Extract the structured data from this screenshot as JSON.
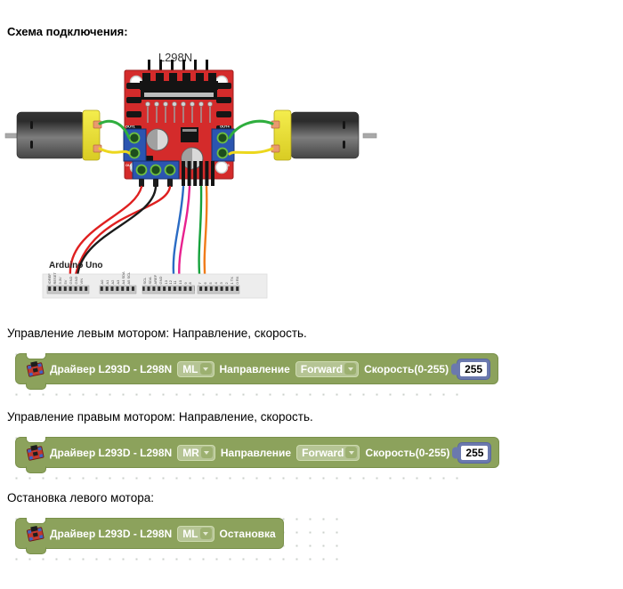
{
  "page": {
    "heading": "Схема подключения:"
  },
  "diagram": {
    "chip_label": "L298N",
    "board_name": "Arduino Uno",
    "out1": "OUT1",
    "out2": "OUT2",
    "out3": "OUT3",
    "out4": "OUT4",
    "pins": {
      "power": [
        "IOREF",
        "RESET",
        "3.3V",
        "5V",
        "GND",
        "GND",
        "VIN"
      ],
      "analog": [
        "A0",
        "A1",
        "A2",
        "A3",
        "A4 SDA",
        "A5 SCL"
      ],
      "digital1": [
        "SCL",
        "SDA",
        "AREF",
        "GND",
        "13",
        "12",
        "11",
        "10",
        "9",
        "8"
      ],
      "digital2": [
        "7",
        "6",
        "5",
        "4",
        "3",
        "2",
        "1 TX",
        "0 RX"
      ]
    },
    "wire_colors": {
      "motor_plus": "#2fae3e",
      "motor_minus": "#ecd71d",
      "power": "#df2020",
      "ground": "#1b1b1b",
      "signal1": "#2a6bc4",
      "signal2": "#e8218f",
      "signal3": "#16a23c",
      "signal4": "#f07c1a"
    }
  },
  "colors": {
    "block_green": "#8ca25c",
    "dropdown_fill": "#b5c494",
    "value_frame": "#6b79ae",
    "pcb_red": "#d42b2b",
    "terminal_blue": "#2b55b0"
  },
  "sections": [
    {
      "caption": "Управление левым мотором: Направление, скорость.",
      "block": {
        "title": "Драйвер L293D - L298N",
        "motor": "ML",
        "direction_label": "Направление",
        "direction_value": "Forward",
        "speed_label": "Скорость(0-255)",
        "speed_value": "255"
      }
    },
    {
      "caption": "Управление правым мотором: Направление, скорость.",
      "block": {
        "title": "Драйвер L293D - L298N",
        "motor": "MR",
        "direction_label": "Направление",
        "direction_value": "Forward",
        "speed_label": "Скорость(0-255)",
        "speed_value": "255"
      }
    },
    {
      "caption": "Остановка левого мотора:",
      "block": {
        "title": "Драйвер L293D - L298N",
        "motor": "ML",
        "stop_label": "Остановка"
      }
    }
  ]
}
